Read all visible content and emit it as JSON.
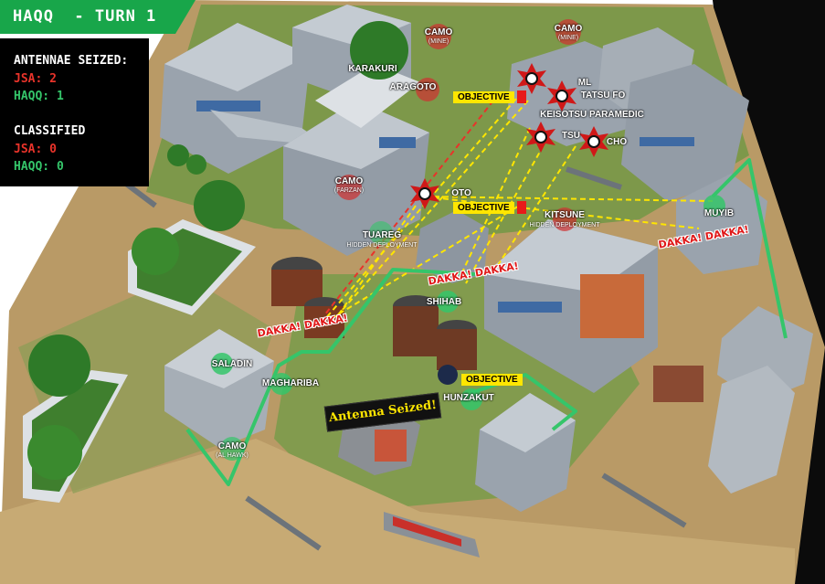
{
  "header": {
    "title": "HAQQ  - TURN 1"
  },
  "scoreboard": {
    "antennae_heading": "ANTENNAE SEIZED:",
    "antennae_jsa": "JSA: 2",
    "antennae_haqq": "HAQQ: 1",
    "classified_heading": "CLASSIFIED",
    "classified_jsa": "JSA: 0",
    "classified_haqq": "HAQQ: 0"
  },
  "objectives": [
    {
      "label": "OBJECTIVE"
    },
    {
      "label": "OBJECTIVE"
    },
    {
      "label": "OBJECTIVE"
    }
  ],
  "units": {
    "camo_mine_1": {
      "name": "CAMO",
      "sub": "(MINE)"
    },
    "camo_mine_2": {
      "name": "CAMO",
      "sub": "(MINE)"
    },
    "karakuri": {
      "name": "KARAKURI"
    },
    "aragoto": {
      "name": "ARAGOTO"
    },
    "camo_farzan": {
      "name": "CAMO",
      "sub": "(FARZAN)"
    },
    "tuareg": {
      "name": "TUAREG",
      "sub": "HIDDEN DEPLOYMENT"
    },
    "kitsune": {
      "name": "KITSUNE",
      "sub": "HIDDEN DEPLOYMENT"
    },
    "muyib": {
      "name": "MUYIB"
    },
    "shihab": {
      "name": "SHIHAB"
    },
    "saladin": {
      "name": "SALADIN"
    },
    "maghariba": {
      "name": "MAGHARIBA"
    },
    "camo_hawk": {
      "name": "CAMO",
      "sub": "(AL HAWK)"
    },
    "hunzakut": {
      "name": "HUNZAKUT"
    },
    "ml": {
      "name": "ML"
    },
    "tatsu_fo": {
      "name": "TATSU FO"
    },
    "keisotsu_paramedic": {
      "name": "KEISOTSU PARAMEDIC"
    },
    "tsu": {
      "name": "TSU"
    },
    "cho": {
      "name": "CHO"
    },
    "oto": {
      "name": "OTO"
    }
  },
  "dakka": [
    "DAKKA! DAKKA!",
    "DAKKA! DAKKA!",
    "DAKKA! DAKKA!"
  ],
  "antenna_seized": "Antenna Seized!",
  "colors": {
    "header_green": "#18a64a",
    "lof_yellow": "#ffe600",
    "lof_red": "#e8332a",
    "move_green": "#35c56a",
    "grass": "#7a9a4a",
    "sand": "#c8a870",
    "marker": "#d03030"
  }
}
